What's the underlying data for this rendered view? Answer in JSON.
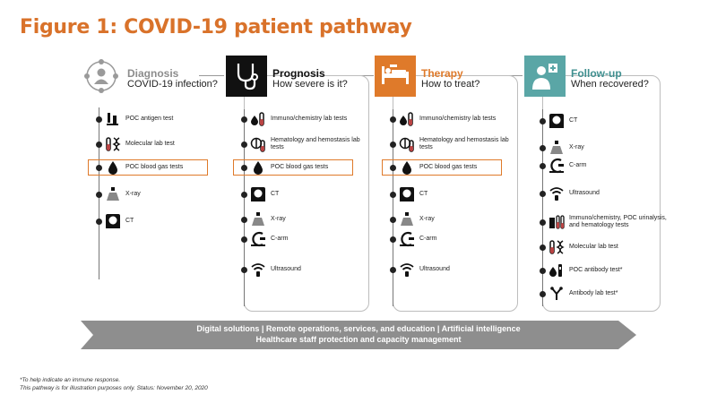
{
  "title": "Figure 1: COVID-19 patient pathway",
  "columns": [
    {
      "name": "Diagnosis",
      "question": "COVID-19 infection?",
      "icon": "person-network-icon",
      "items": [
        {
          "label": "POC antigen test",
          "icon": "antigen-test-icon"
        },
        {
          "label": "Molecular lab test",
          "icon": "dna-tube-icon"
        },
        {
          "label": "POC blood gas tests",
          "icon": "blood-drop-icon",
          "highlight": true
        },
        {
          "label": "X-ray",
          "icon": "xray-icon"
        },
        {
          "label": "CT",
          "icon": "ct-scanner-icon"
        }
      ]
    },
    {
      "name": "Prognosis",
      "question": "How severe is it?",
      "icon": "stethoscope-icon",
      "items": [
        {
          "label": "Immuno/chemistry lab tests",
          "icon": "drop-tube-icon"
        },
        {
          "label": "Hematology and hemostasis lab tests",
          "icon": "hematology-icon"
        },
        {
          "label": "POC blood gas tests",
          "icon": "blood-drop-icon",
          "highlight": true
        },
        {
          "label": "CT",
          "icon": "ct-scanner-icon"
        },
        {
          "label": "X-ray",
          "icon": "xray-icon"
        },
        {
          "label": "C-arm",
          "icon": "c-arm-icon"
        },
        {
          "label": "Ultrasound",
          "icon": "ultrasound-icon"
        }
      ]
    },
    {
      "name": "Therapy",
      "question": "How to treat?",
      "icon": "hospital-bed-icon",
      "items": [
        {
          "label": "Immuno/chemistry lab tests",
          "icon": "drop-tube-icon"
        },
        {
          "label": "Hematology and hemostasis lab tests",
          "icon": "hematology-icon"
        },
        {
          "label": "POC blood gas tests",
          "icon": "blood-drop-icon",
          "highlight": true
        },
        {
          "label": "CT",
          "icon": "ct-scanner-icon"
        },
        {
          "label": "X-ray",
          "icon": "xray-icon"
        },
        {
          "label": "C-arm",
          "icon": "c-arm-icon"
        },
        {
          "label": "Ultrasound",
          "icon": "ultrasound-icon"
        }
      ]
    },
    {
      "name": "Follow-up",
      "question": "When recovered?",
      "icon": "doctor-icon",
      "items": [
        {
          "label": "CT",
          "icon": "ct-scanner-icon"
        },
        {
          "label": "X-ray",
          "icon": "xray-icon"
        },
        {
          "label": "C-arm",
          "icon": "c-arm-icon"
        },
        {
          "label": "Ultrasound",
          "icon": "ultrasound-icon"
        },
        {
          "label": "Immuno/chemistry, POC urinalysis, and hematology tests",
          "icon": "urinalysis-icon"
        },
        {
          "label": "Molecular lab test",
          "icon": "dna-tube-icon"
        },
        {
          "label": "POC antibody test*",
          "icon": "antibody-poc-icon"
        },
        {
          "label": "Antibody lab test*",
          "icon": "antibody-icon"
        }
      ]
    }
  ],
  "banner": {
    "line1": "Digital solutions | Remote operations, services, and education | Artificial intelligence",
    "line2": "Healthcare staff protection and capacity management"
  },
  "footnotes": {
    "note1": "*To help indicate an immune response.",
    "note2": "This pathway is for illustration purposes only. Status: November 20, 2020"
  },
  "colors": {
    "title": "#d9722a",
    "diagnosis": "#8c8c8c",
    "prognosis": "#111111",
    "therapy": "#df7a2a",
    "followup": "#3f8f8f",
    "highlight": "#df7a2a",
    "banner": "#8e8e8e"
  }
}
